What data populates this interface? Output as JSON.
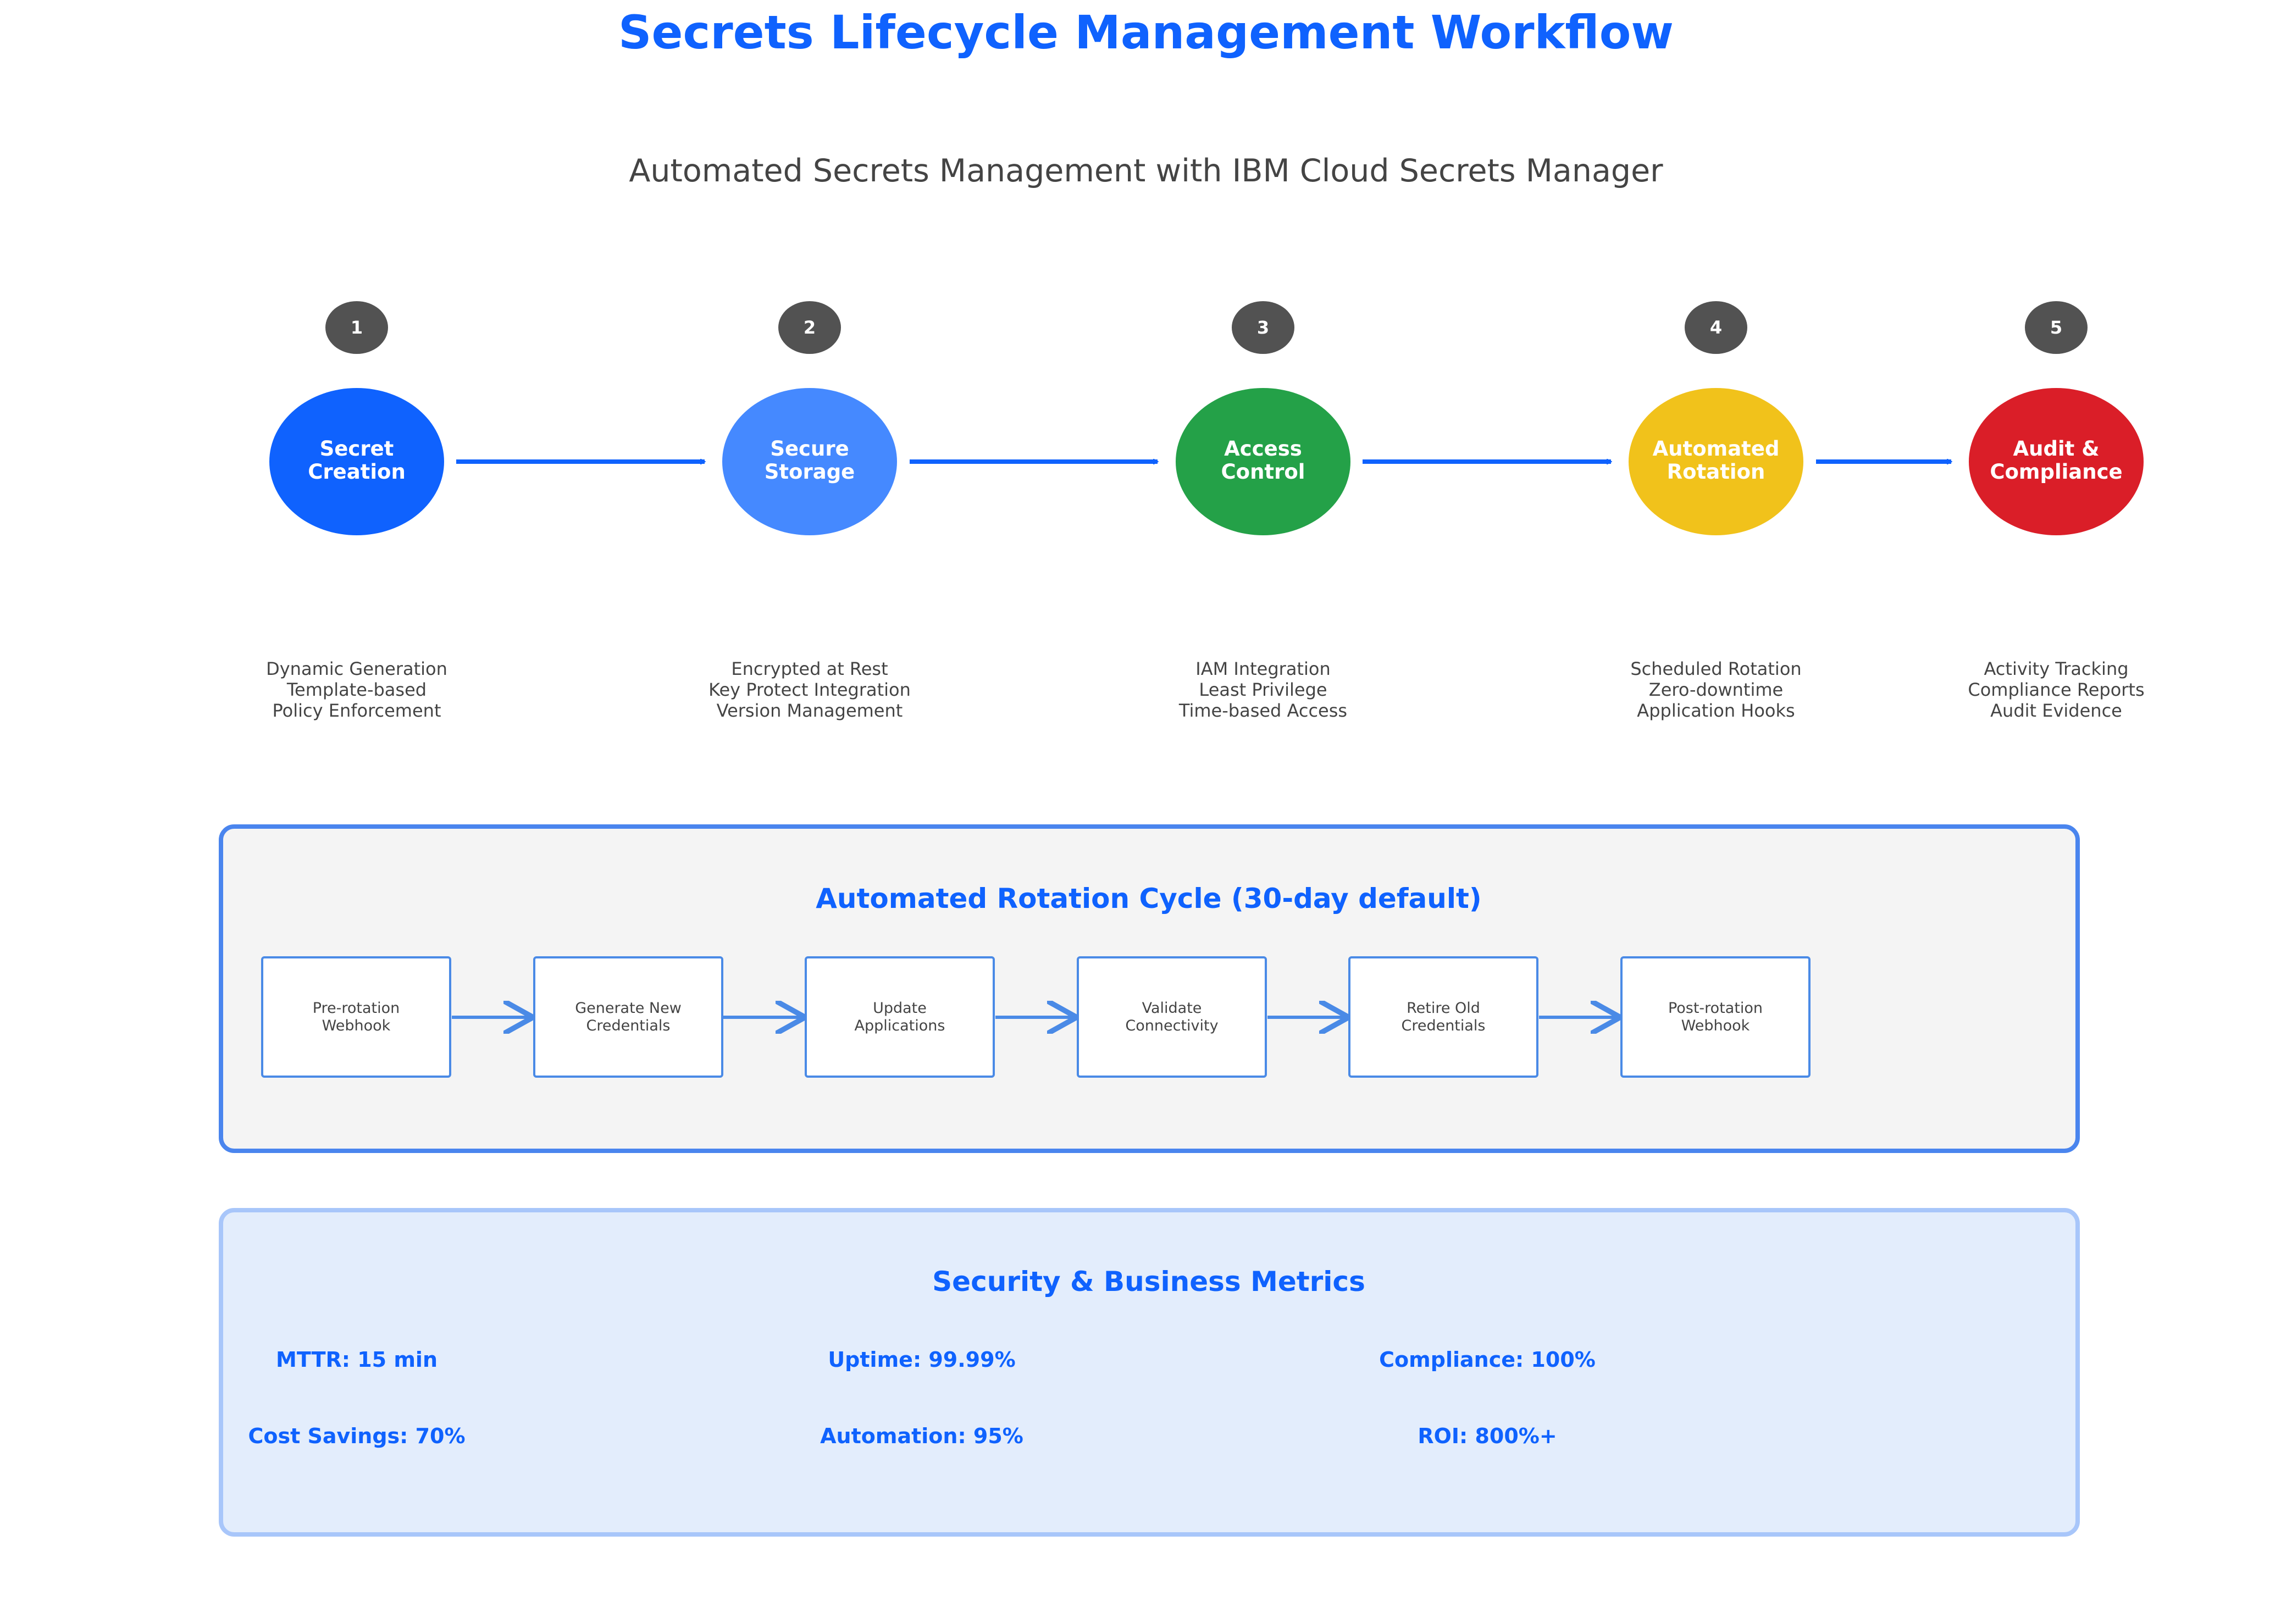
{
  "title": "Secrets Lifecycle Management Workflow",
  "subtitle": "Automated Secrets Management with IBM Cloud Secrets Manager",
  "colors": {
    "accent": "#0f62fe",
    "text_gray": "#444444",
    "badge": "#525252"
  },
  "steps": [
    {
      "number": "1",
      "line1": "Secret",
      "line2": "Creation",
      "color": "#0f62fe",
      "desc": [
        "Dynamic Generation",
        "Template-based",
        "Policy Enforcement"
      ]
    },
    {
      "number": "2",
      "line1": "Secure",
      "line2": "Storage",
      "color": "#4589ff",
      "desc": [
        "Encrypted at Rest",
        "Key Protect Integration",
        "Version Management"
      ]
    },
    {
      "number": "3",
      "line1": "Access",
      "line2": "Control",
      "color": "#24a148",
      "desc": [
        "IAM Integration",
        "Least Privilege",
        "Time-based Access"
      ]
    },
    {
      "number": "4",
      "line1": "Automated",
      "line2": "Rotation",
      "color": "#f1c21b",
      "desc": [
        "Scheduled Rotation",
        "Zero-downtime",
        "Application Hooks"
      ]
    },
    {
      "number": "5",
      "line1": "Audit &",
      "line2": "Compliance",
      "color": "#da1e28",
      "desc": [
        "Activity Tracking",
        "Compliance Reports",
        "Audit Evidence"
      ]
    }
  ],
  "rotation": {
    "title": "Automated Rotation Cycle (30-day default)",
    "steps": [
      {
        "line1": "Pre-rotation",
        "line2": "Webhook"
      },
      {
        "line1": "Generate New",
        "line2": "Credentials"
      },
      {
        "line1": "Update",
        "line2": "Applications"
      },
      {
        "line1": "Validate",
        "line2": "Connectivity"
      },
      {
        "line1": "Retire Old",
        "line2": "Credentials"
      },
      {
        "line1": "Post-rotation",
        "line2": "Webhook"
      }
    ]
  },
  "metrics": {
    "title": "Security & Business Metrics",
    "items": [
      "MTTR: 15 min",
      "Uptime: 99.99%",
      "Compliance: 100%",
      "Cost Savings: 70%",
      "Automation: 95%",
      "ROI: 800%+"
    ]
  }
}
